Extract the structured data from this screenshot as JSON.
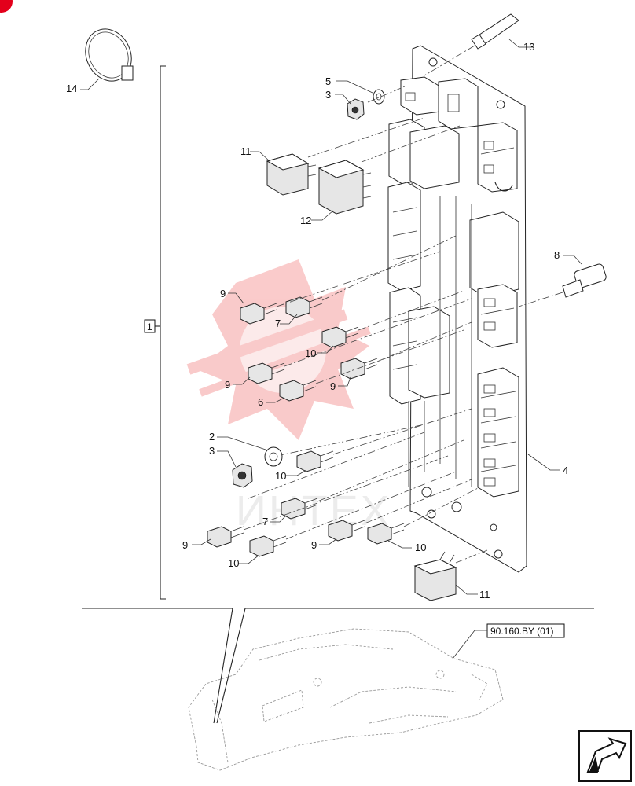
{
  "corner_badge": {
    "color": "#e3001b"
  },
  "watermark": {
    "text": "ИНТЕХ",
    "color": "#f7c4c4"
  },
  "assembly_label": "1",
  "reference_label": "90.160.BY (01)",
  "callouts": [
    {
      "id": "c14",
      "text": "14"
    },
    {
      "id": "c13",
      "text": "13"
    },
    {
      "id": "c5",
      "text": "5"
    },
    {
      "id": "c3a",
      "text": "3"
    },
    {
      "id": "c11a",
      "text": "11"
    },
    {
      "id": "c12",
      "text": "12"
    },
    {
      "id": "c8",
      "text": "8"
    },
    {
      "id": "c9a",
      "text": "9"
    },
    {
      "id": "c7a",
      "text": "7"
    },
    {
      "id": "c10a",
      "text": "10"
    },
    {
      "id": "c9b",
      "text": "9"
    },
    {
      "id": "c9c",
      "text": "9"
    },
    {
      "id": "c6",
      "text": "6"
    },
    {
      "id": "c2",
      "text": "2"
    },
    {
      "id": "c3b",
      "text": "3"
    },
    {
      "id": "c10b",
      "text": "10"
    },
    {
      "id": "c4",
      "text": "4"
    },
    {
      "id": "c7b",
      "text": "7"
    },
    {
      "id": "c9d",
      "text": "9"
    },
    {
      "id": "c10c",
      "text": "10"
    },
    {
      "id": "c9e",
      "text": "9"
    },
    {
      "id": "c10d",
      "text": "10"
    },
    {
      "id": "c11b",
      "text": "11"
    }
  ],
  "nav_icon": {
    "name": "next-page-arrow-icon"
  }
}
